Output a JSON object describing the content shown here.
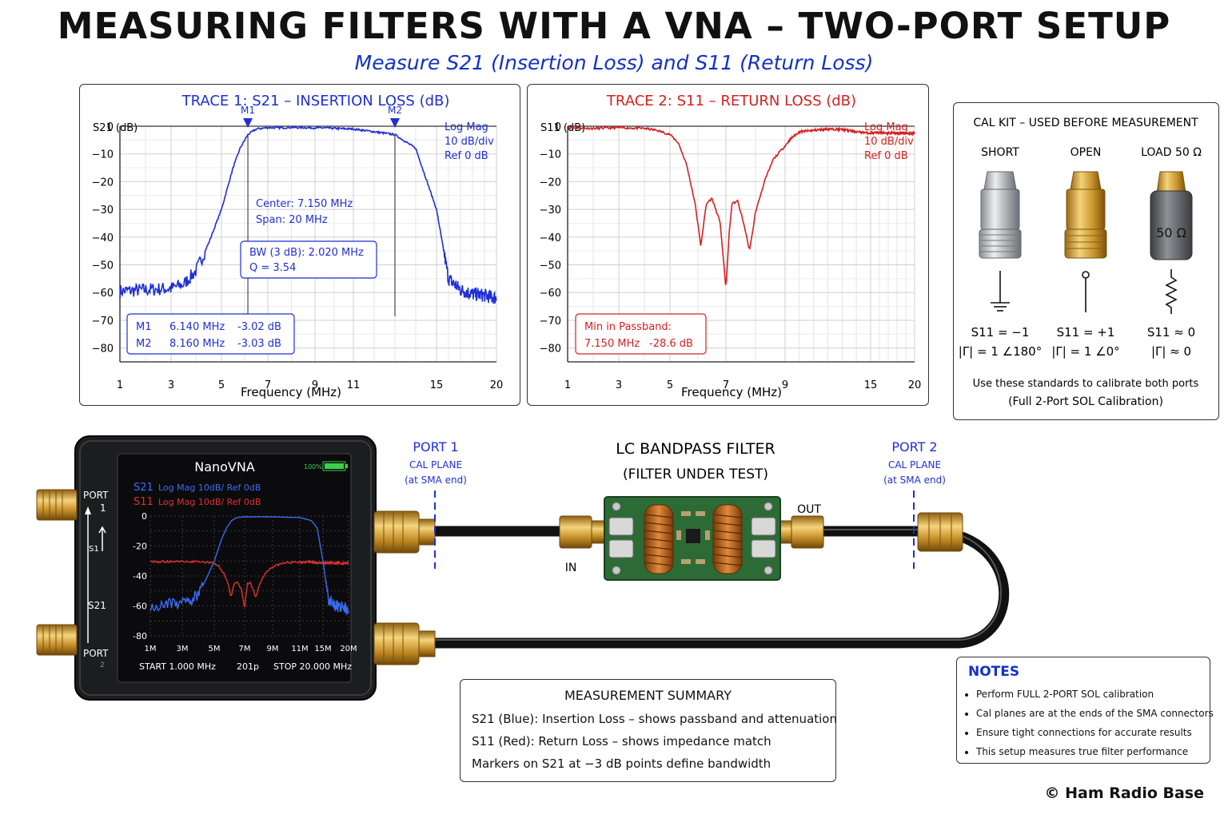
{
  "title": "MEASURING FILTERS WITH A VNA – TWO-PORT SETUP",
  "subtitle": "Measure S21 (Insertion Loss) and S11 (Return Loss)",
  "chart_data": [
    {
      "type": "line",
      "title": "TRACE 1: S21 – INSERTION LOSS (dB)",
      "ylabel": "S21 (dB)",
      "xlabel": "Frequency (MHz)",
      "x_ticks": [
        1,
        3,
        5,
        7,
        9,
        11,
        15,
        20
      ],
      "y_ticks": [
        0,
        -10,
        -20,
        -30,
        -40,
        -50,
        -60,
        -70,
        -80
      ],
      "ylim": [
        -85,
        0
      ],
      "grid": true,
      "settings": [
        "Log Mag",
        "10 dB/div",
        "Ref 0 dB"
      ],
      "color": "#1f2fd6",
      "series": [
        {
          "x": [
            1,
            2,
            3,
            3.5,
            4,
            4.5,
            5,
            5.5,
            5.8,
            6.14,
            6.5,
            7,
            7.5,
            8,
            8.16,
            8.5,
            9,
            9.5,
            10,
            11,
            12,
            13,
            14,
            15,
            16,
            17,
            18,
            19,
            20
          ],
          "y": [
            -59.5,
            -59,
            -58.5,
            -57,
            -52,
            -42,
            -30,
            -15,
            -8,
            -3.02,
            -1,
            -0.5,
            -0.6,
            -0.4,
            -0.5,
            -0.5,
            -0.6,
            -0.6,
            -0.8,
            -1,
            -2,
            -3.03,
            -8,
            -30,
            -55,
            -59,
            -60.5,
            -61,
            -62
          ]
        }
      ],
      "markers": [
        {
          "label": "M1",
          "freq": "6.140 MHz",
          "value": "-3.02 dB"
        },
        {
          "label": "M2",
          "freq": "8.160 MHz",
          "value": "-3.03 dB"
        }
      ],
      "annotations": {
        "center": "Center: 7.150 MHz",
        "span": "Span: 20 MHz",
        "bw": "BW (3 dB): 2.020 MHz",
        "q": "Q = 3.54"
      }
    },
    {
      "type": "line",
      "title": "TRACE 2: S11 – RETURN LOSS (dB)",
      "ylabel": "S11 (dB)",
      "xlabel": "Frequency (MHz)",
      "x_ticks": [
        1,
        3,
        5,
        7,
        9,
        15,
        20
      ],
      "y_ticks": [
        0,
        -10,
        -20,
        -30,
        -40,
        -50,
        -60,
        -70,
        -80
      ],
      "ylim": [
        -85,
        0
      ],
      "grid": true,
      "settings": [
        "Log Mag",
        "10 dB/div",
        "Ref 0 dB"
      ],
      "color": "#d62020",
      "series": [
        {
          "x": [
            1,
            2,
            3,
            4,
            4.5,
            5,
            5.3,
            5.6,
            5.9,
            6.1,
            6.3,
            6.5,
            6.8,
            7.0,
            7.1,
            7.2,
            7.4,
            7.6,
            7.8,
            8.0,
            8.3,
            8.6,
            9,
            9.5,
            10,
            11,
            12,
            13,
            14,
            15,
            16,
            18,
            20
          ],
          "y": [
            -0.5,
            -0.8,
            -0.5,
            -0.8,
            -1.5,
            -3,
            -6,
            -14,
            -28,
            -43,
            -28,
            -26,
            -35,
            -59,
            -40,
            -28,
            -27,
            -35,
            -45,
            -31,
            -20,
            -12,
            -7,
            -4,
            -2,
            -1.5,
            -1,
            -1.2,
            -2,
            -2.5,
            -2.3,
            -2.5,
            -2.7
          ]
        }
      ],
      "marker_box": {
        "label": "Min in Passband:",
        "freq": "7.150 MHz",
        "value": "-28.6 dB"
      }
    }
  ],
  "calkit": {
    "title": "CAL KIT – USED BEFORE MEASUREMENT",
    "items": [
      {
        "label": "SHORT",
        "s11": "S11 = −1",
        "gamma": "|Γ| = 1 ∠180°"
      },
      {
        "label": "OPEN",
        "s11": "S11 = +1",
        "gamma": "|Γ| = 1 ∠0°"
      },
      {
        "label": "LOAD 50 Ω",
        "s11": "S11 ≈ 0",
        "gamma": "|Γ| ≈ 0",
        "body_text": "50 Ω"
      }
    ],
    "note1": "Use these standards to calibrate both ports",
    "note2": "(Full 2-Port SOL Calibration)"
  },
  "device": {
    "name": "NanoVNA",
    "battery": "100%",
    "legend_s21": "S21",
    "legend_s21_text": "Log Mag 10dB/ Ref 0dB",
    "legend_s11": "S11",
    "legend_s11_text": "Log Mag 10dB/ Ref 0dB",
    "y_ticks": [
      "0",
      "-20",
      "-40",
      "-60",
      "-80"
    ],
    "x_ticks": [
      "1M",
      "3M",
      "5M",
      "7M",
      "9M",
      "11M",
      "15M",
      "20M"
    ],
    "start": "START 1.000 MHz",
    "points": "201p",
    "stop": "STOP 20.000 MHz",
    "port1": "PORT",
    "port1_num": "1",
    "port2": "PORT",
    "port2_num": "2",
    "s11_side": "S1",
    "s21_side": "S21"
  },
  "port1": {
    "title": "PORT 1",
    "line1": "CAL PLANE",
    "line2": "(at SMA end)"
  },
  "port2": {
    "title": "PORT 2",
    "line1": "CAL PLANE",
    "line2": "(at SMA end)"
  },
  "filter": {
    "title": "LC BANDPASS FILTER",
    "subtitle": "(FILTER UNDER TEST)",
    "in_label": "IN",
    "out_label": "OUT"
  },
  "summary": {
    "title": "MEASUREMENT SUMMARY",
    "line1": "S21 (Blue): Insertion Loss – shows passband and attenuation",
    "line2": "S11 (Red): Return Loss – shows impedance match",
    "line3": "Markers on S21 at −3 dB points define bandwidth"
  },
  "notes": {
    "title": "NOTES",
    "items": [
      "Perform FULL 2-PORT SOL calibration",
      "Cal planes are at the ends of the SMA connectors",
      "Ensure tight connections for accurate results",
      "This setup measures true filter performance"
    ]
  },
  "copyright": "© Ham Radio Base"
}
